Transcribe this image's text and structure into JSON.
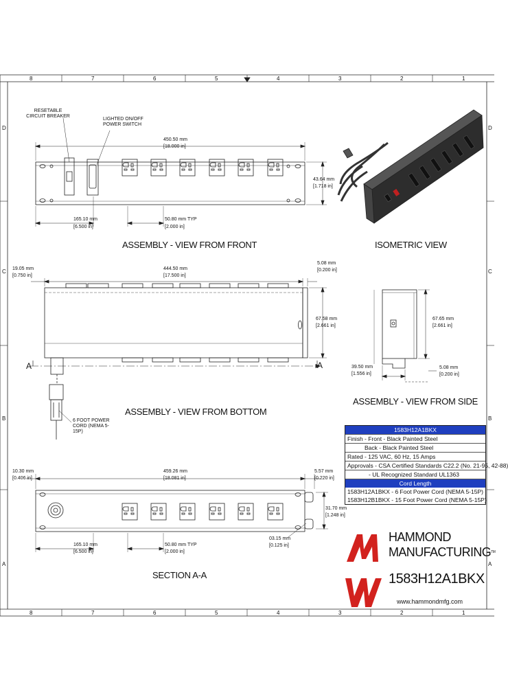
{
  "zones_top": [
    "8",
    "7",
    "6",
    "5",
    "4",
    "3",
    "2",
    "1"
  ],
  "zones_bottom": [
    "8",
    "7",
    "6",
    "5",
    "4",
    "3",
    "2",
    "1"
  ],
  "zones_left": [
    "D",
    "C",
    "B",
    "A"
  ],
  "zones_right": [
    "D",
    "C",
    "B",
    "A"
  ],
  "front_view": {
    "label": "ASSEMBLY - VIEW FROM FRONT",
    "callout_breaker": "RESETABLE CIRCUIT BREAKER",
    "callout_switch": "LIGHTED ON/OFF POWER SWITCH",
    "dim_length_mm": "450.50 mm",
    "dim_length_in": "[18.000 in]",
    "dim_height_mm": "43.64 mm",
    "dim_height_in": "[1.718 in]",
    "dim_offset_mm": "165.10 mm",
    "dim_offset_in": "[6.500 in]",
    "dim_pitch_mm": "50.80 mm TYP",
    "dim_pitch_in": "[2.000 in]"
  },
  "iso_view": {
    "label": "ISOMETRIC VIEW"
  },
  "bottom_view": {
    "label": "ASSEMBLY - VIEW FROM BOTTOM",
    "dim_left_mm": "19.05 mm",
    "dim_left_in": "[0.750 in]",
    "dim_length_mm": "444.50 mm",
    "dim_length_in": "[17.500 in]",
    "dim_right_mm": "5.08 mm",
    "dim_right_in": "[0.200 in]",
    "dim_depth_mm": "67.58 mm",
    "dim_depth_in": "[2.661 in]",
    "section_letter_left": "A",
    "section_letter_right": "A",
    "cord_callout": "6 FOOT POWER CORD (NEMA 5-15P)"
  },
  "side_view": {
    "label": "ASSEMBLY - VIEW FROM SIDE",
    "dim_height_mm": "67.65 mm",
    "dim_height_in": "[2.661 in]",
    "dim_depth_mm": "39.50 mm",
    "dim_depth_in": "[1.556 in]",
    "dim_lip_mm": "5.08 mm",
    "dim_lip_in": "[0.200 in]"
  },
  "section_view": {
    "label": "SECTION A-A",
    "dim_left_mm": "10.30 mm",
    "dim_left_in": "[0.406 in]",
    "dim_length_mm": "459.26 mm",
    "dim_length_in": "[18.081 in]",
    "dim_right_mm": "5.57 mm",
    "dim_right_in": "[0.220 in]",
    "dim_height_mm": "31.70 mm",
    "dim_height_in": "[1.248 in]",
    "dim_offset_mm": "165.10 mm",
    "dim_offset_in": "[6.500 in]",
    "dim_pitch_mm": "50.80 mm TYP",
    "dim_pitch_in": "[2.000 in]",
    "dim_slot_mm": "03.15 mm",
    "dim_slot_in": "[0.125 in]"
  },
  "spec_table": {
    "title": "1583H12A1BKX",
    "rows": [
      "Finish - Front - Black Painted Steel",
      "Back - Black Painted Steel",
      "Rated - 125 VAC, 60 Hz, 15 Amps",
      "Approvals - CSA Certified Standards C22.2 (No. 21-95, 42-88)",
      "- UL Recognized Standard UL1363"
    ],
    "cord_header": "Cord Length",
    "cord_rows": [
      "1583H12A1BKX - 6 Foot Power Cord (NEMA 5-15P)",
      "1583H12B1BKX - 15 Foot Power Cord (NEMA 5-15P)"
    ]
  },
  "brand": {
    "line1": "HAMMOND",
    "line2": "MANUFACTURING",
    "tm": "TM",
    "part_number": "1583H12A1BKX",
    "website": "www.hammondmfg.com",
    "logo_color": "#d2221e"
  }
}
